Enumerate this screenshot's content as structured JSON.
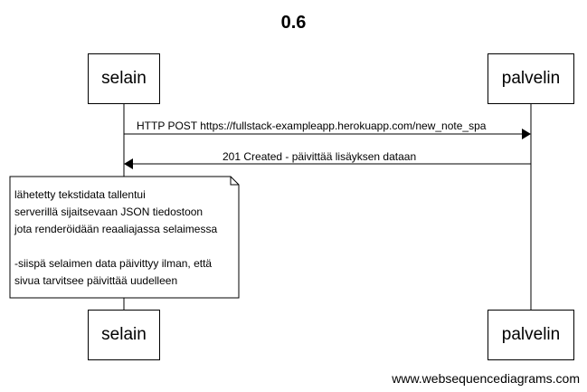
{
  "title": "0.6",
  "participants": [
    {
      "id": "selain",
      "label": "selain"
    },
    {
      "id": "palvelin",
      "label": "palvelin"
    }
  ],
  "messages": [
    {
      "from": "selain",
      "to": "palvelin",
      "label": "HTTP POST https://fullstack-exampleapp.herokuapp.com/new_note_spa"
    },
    {
      "from": "palvelin",
      "to": "selain",
      "label": "201 Created - päivittää lisäyksen dataan"
    }
  ],
  "note": {
    "over": "selain",
    "lines": [
      "lähetetty tekstidata tallentui",
      "serverillä sijaitsevaan JSON tiedostoon",
      "jota renderöidään reaaliajassa selaimessa",
      "",
      "-siispä selaimen data päivittyy ilman, että",
      "sivua tarvitsee päivittää uudelleen"
    ]
  },
  "footer": "www.websequencediagrams.com"
}
